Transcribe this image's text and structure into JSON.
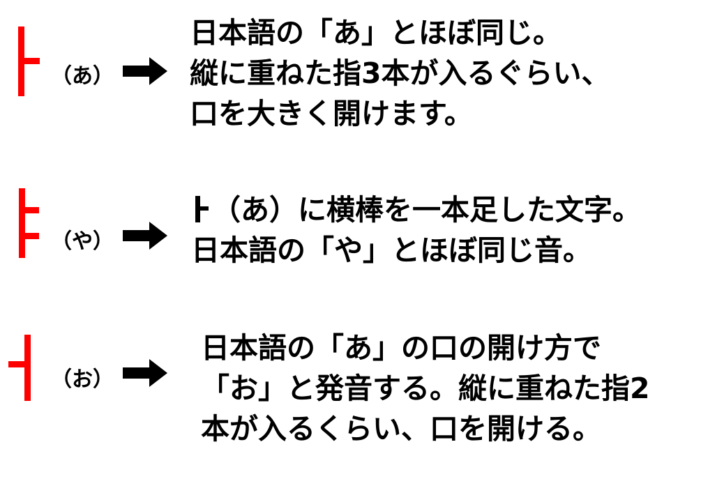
{
  "rows": [
    {
      "reading": "（あ）",
      "lines": [
        "日本語の「あ」とほぼ同じ。",
        "縦に重ねた指3本が入るぐらい、",
        "口を大きく開けます。"
      ]
    },
    {
      "reading": "（や）",
      "line1_rest": "（あ）に横棒を一本足した文字。",
      "lines": [
        "日本語の「や」とほぼ同じ音。"
      ]
    },
    {
      "reading": "（お）",
      "lines": [
        "日本語の「あ」の口の開け方で",
        "「お」と発音する。縦に重ねた指2",
        "本が入るくらい、口を開ける。"
      ]
    }
  ],
  "colors": {
    "vowel_glyph": "#ff0000",
    "text": "#000000",
    "arrow": "#000000"
  },
  "icons": {
    "arrow": "right-arrow-icon",
    "vowel_a": "hangul-a-glyph",
    "vowel_ya": "hangul-ya-glyph",
    "vowel_eo": "hangul-eo-glyph"
  }
}
